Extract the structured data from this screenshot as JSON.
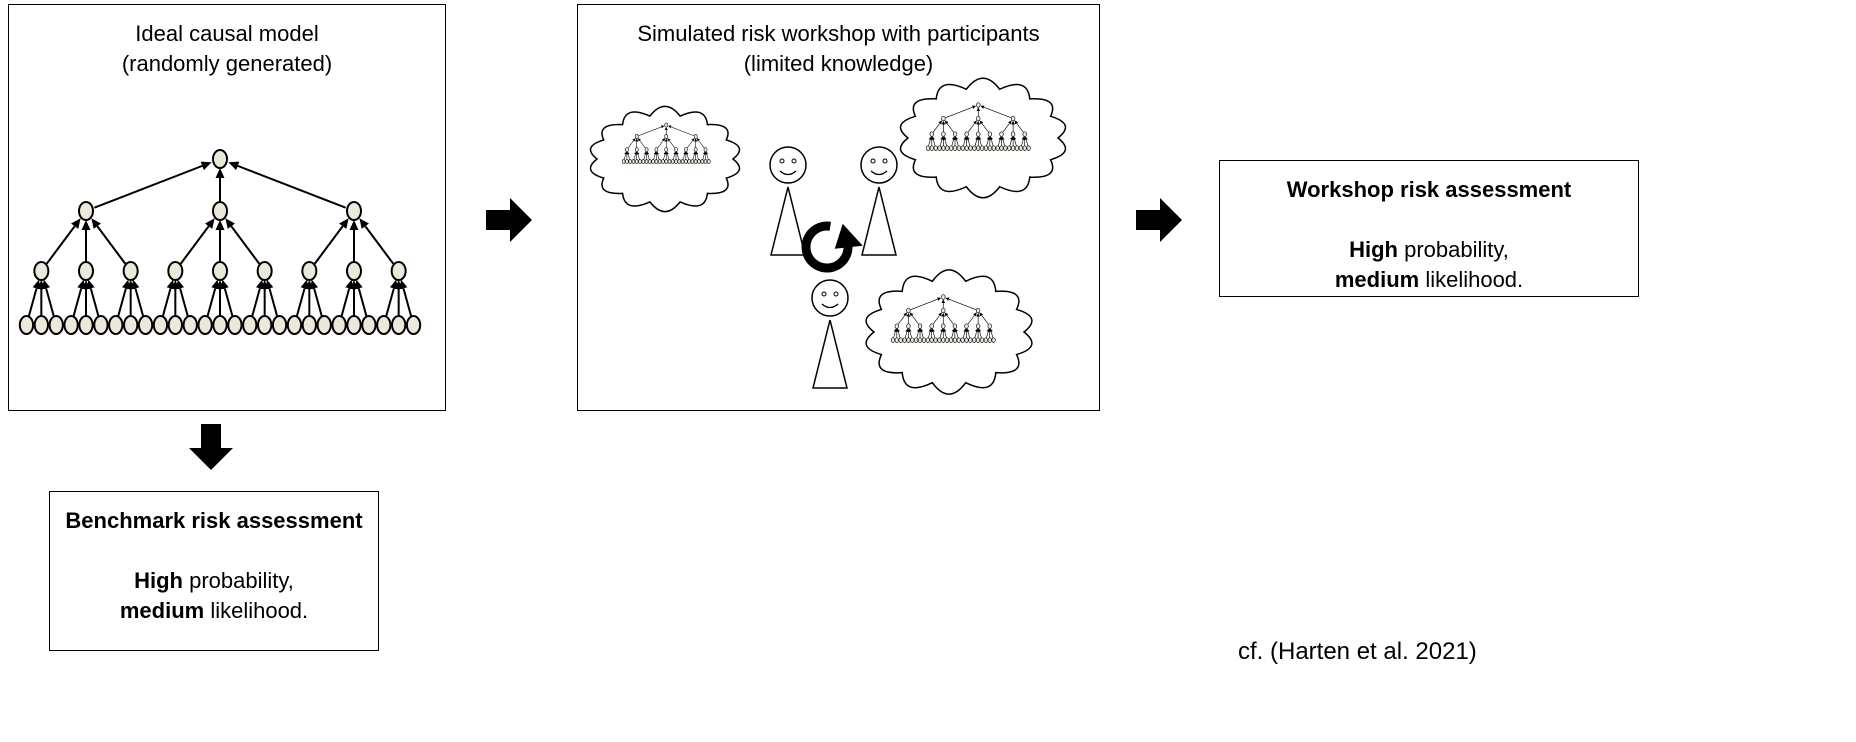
{
  "panels": {
    "ideal": {
      "title_line1": "Ideal causal model",
      "title_line2": "(randomly generated)"
    },
    "workshop": {
      "title_line1": "Simulated risk workshop with participants",
      "title_line2": "(limited knowledge)"
    }
  },
  "benchmark": {
    "heading": "Benchmark risk assessment",
    "prob_bold": "High",
    "prob_rest": " probability,",
    "like_bold": "medium",
    "like_rest": " likelihood."
  },
  "workshop_result": {
    "heading": "Workshop risk assessment",
    "prob_bold": "High",
    "prob_rest": " probability,",
    "like_bold": "medium",
    "like_rest": " likelihood."
  },
  "citation": "cf. (Harten et al. 2021)",
  "colors": {
    "node_fill": "#ece9dc",
    "stroke": "#000000"
  }
}
